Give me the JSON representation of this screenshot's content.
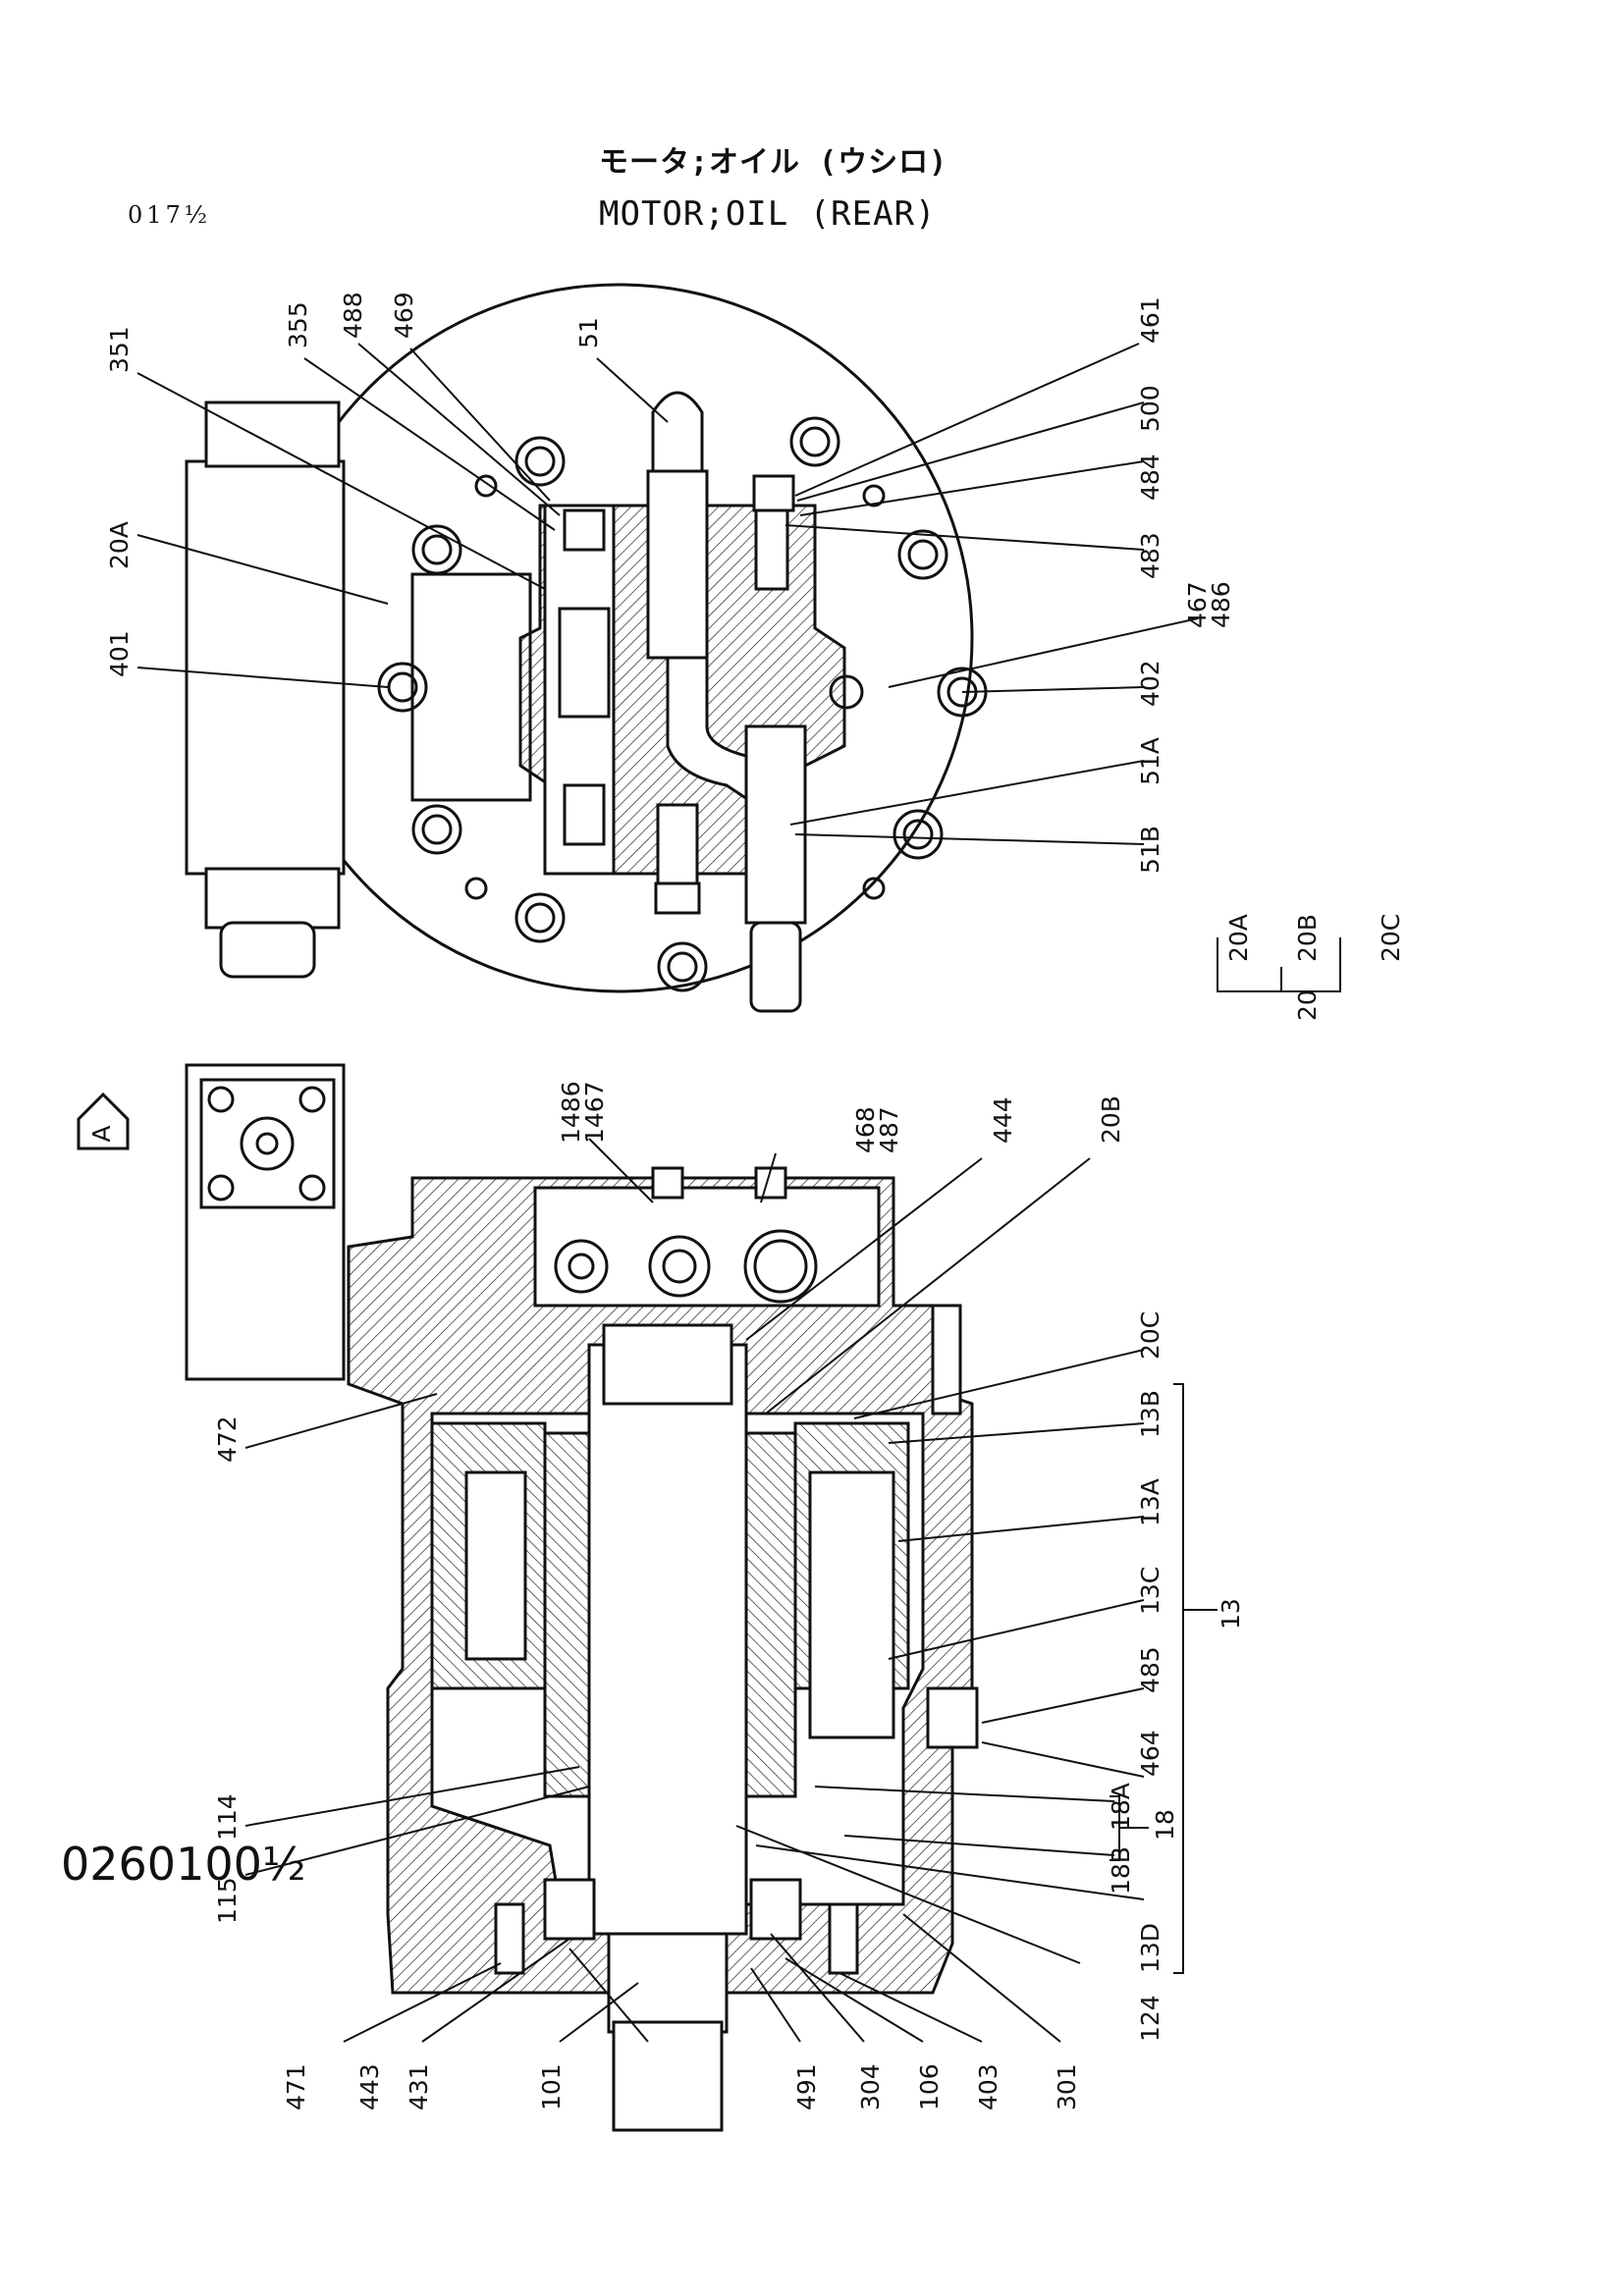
{
  "title_jp": "モータ;オイル (ウシロ)",
  "title_en": "MOTOR;OIL (REAR)",
  "page_code": "017½",
  "document_number": "0260100½",
  "view_marker": "A",
  "top_view_labels": [
    "351",
    "355",
    "488",
    "469",
    "51",
    "461",
    "500",
    "484",
    "483",
    "467",
    "486",
    "402",
    "51A",
    "51B",
    "20A",
    "401"
  ],
  "group_20": {
    "parent": "20",
    "children": [
      "20A",
      "20B",
      "20C"
    ]
  },
  "bottom_view_labels": [
    "1486",
    "1467",
    "468",
    "487",
    "444",
    "20B",
    "20C",
    "13B",
    "13A",
    "13C",
    "485",
    "464",
    "18A",
    "18B",
    "13D",
    "124",
    "301",
    "403",
    "106",
    "304",
    "491",
    "101",
    "431",
    "443",
    "471",
    "115",
    "114",
    "472"
  ],
  "group_13": {
    "parent": "13",
    "children": [
      "13B",
      "13A",
      "13C",
      "13D"
    ]
  },
  "group_18": {
    "parent": "18",
    "children": [
      "18A",
      "18B"
    ]
  }
}
